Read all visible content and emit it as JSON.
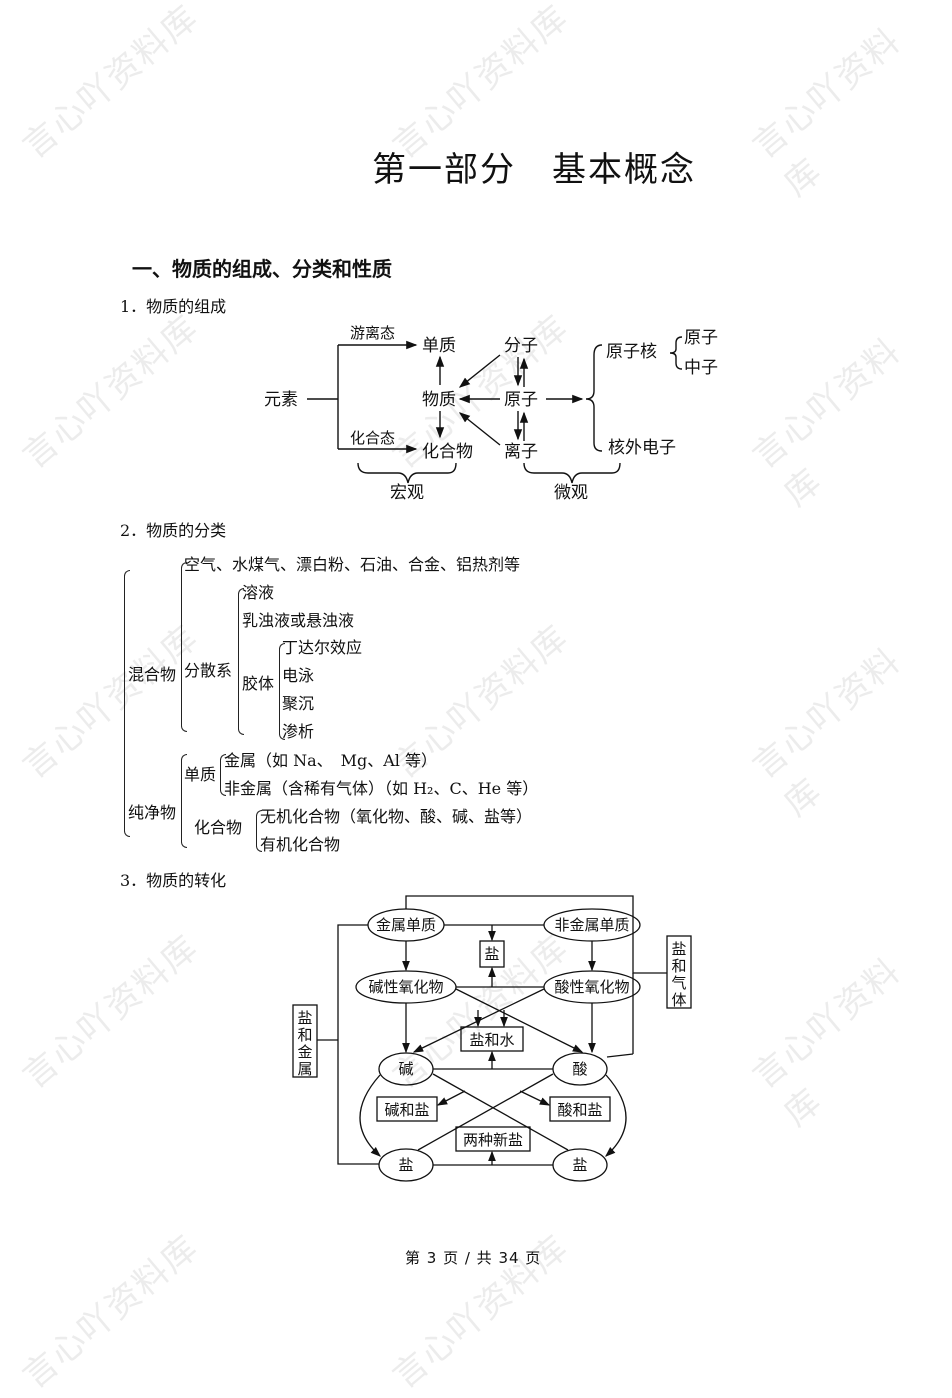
{
  "watermark": "言心吖资料库",
  "page_title": "第一部分　基本概念",
  "section": {
    "heading": "一、物质的组成、分类和性质"
  },
  "composition": {
    "heading": "1．物质的组成",
    "element": "元素",
    "free_state": "游离态",
    "combined_state": "化合态",
    "simple_substance": "单质",
    "substance": "物质",
    "compound": "化合物",
    "molecule": "分子",
    "atom": "原子",
    "ion": "离子",
    "nucleus": "原子核",
    "proton": "原子",
    "neutron": "中子",
    "electrons": "核外电子",
    "macro": "宏观",
    "micro": "微观"
  },
  "classification": {
    "heading": "2．物质的分类",
    "mixture": "混合物",
    "mixture_examples": "空气、水煤气、漂白粉、石油、合金、铝热剂等",
    "dispersion": "分散系",
    "solution": "溶液",
    "emulsion": "乳浊液或悬浊液",
    "colloid": "胶体",
    "colloid_props": [
      "丁达尔效应",
      "电泳",
      "聚沉",
      "渗析"
    ],
    "pure": "纯净物",
    "element_sub": "单质",
    "metal": "金属（如 Na、　Mg、Al 等）",
    "nonmetal": "非金属（含稀有气体）（如 H₂、C、He 等）",
    "compound": "化合物",
    "inorganic": "无机化合物（氧化物、酸、碱、盐等）",
    "organic": "有机化合物"
  },
  "transformation": {
    "heading": "3．物质的转化",
    "metal": "金属单质",
    "nonmetal": "非金属单质",
    "salt_top": "盐",
    "basic_oxide": "碱性氧化物",
    "acidic_oxide": "酸性氧化物",
    "salt_water": "盐和水",
    "base": "碱",
    "acid": "酸",
    "base_salt": "碱和盐",
    "acid_salt": "酸和盐",
    "two_salts": "两种新盐",
    "salt_left": "盐",
    "salt_right": "盐",
    "salt_metal": "盐和金属",
    "salt_gas": "盐和气体"
  },
  "footer": {
    "page_label": "第 3 页 / 共 34 页"
  }
}
